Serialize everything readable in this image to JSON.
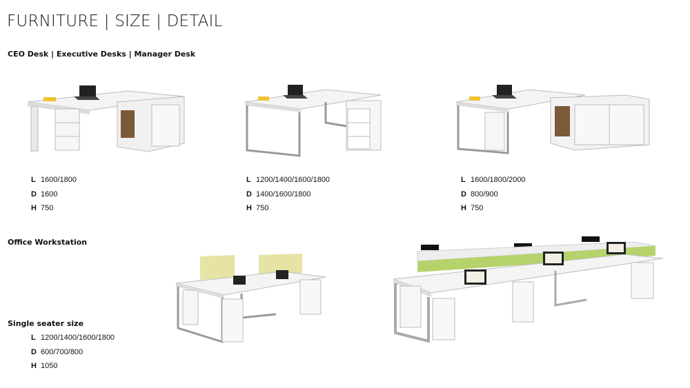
{
  "title": "FURNITURE | SIZE | DETAIL",
  "section1": {
    "heading": "CEO Desk | Executive Desks | Manager Desk",
    "products": [
      {
        "specs": [
          {
            "label": "L",
            "value": "1600/1800"
          },
          {
            "label": "D",
            "value": "1600"
          },
          {
            "label": "H",
            "value": "750"
          }
        ]
      },
      {
        "specs": [
          {
            "label": "L",
            "value": "1200/1400/1600/1800"
          },
          {
            "label": "D",
            "value": "1400/1600/1800"
          },
          {
            "label": "H",
            "value": "750"
          }
        ]
      },
      {
        "specs": [
          {
            "label": "L",
            "value": "1600/1800/2000"
          },
          {
            "label": "D",
            "value": "800/900"
          },
          {
            "label": "H",
            "value": "750"
          }
        ]
      }
    ]
  },
  "section2": {
    "heading": "Office Workstation",
    "size_heading": "Single seater size",
    "specs": [
      {
        "label": "L",
        "value": "1200/1400/1600/1800"
      },
      {
        "label": "D",
        "value": "600/700/800"
      },
      {
        "label": "H",
        "value": "1050"
      }
    ]
  },
  "colors": {
    "panel_green": "#b5d36a",
    "panel_yellow": "#e6e3a4",
    "frame": "#9a9a9a"
  }
}
